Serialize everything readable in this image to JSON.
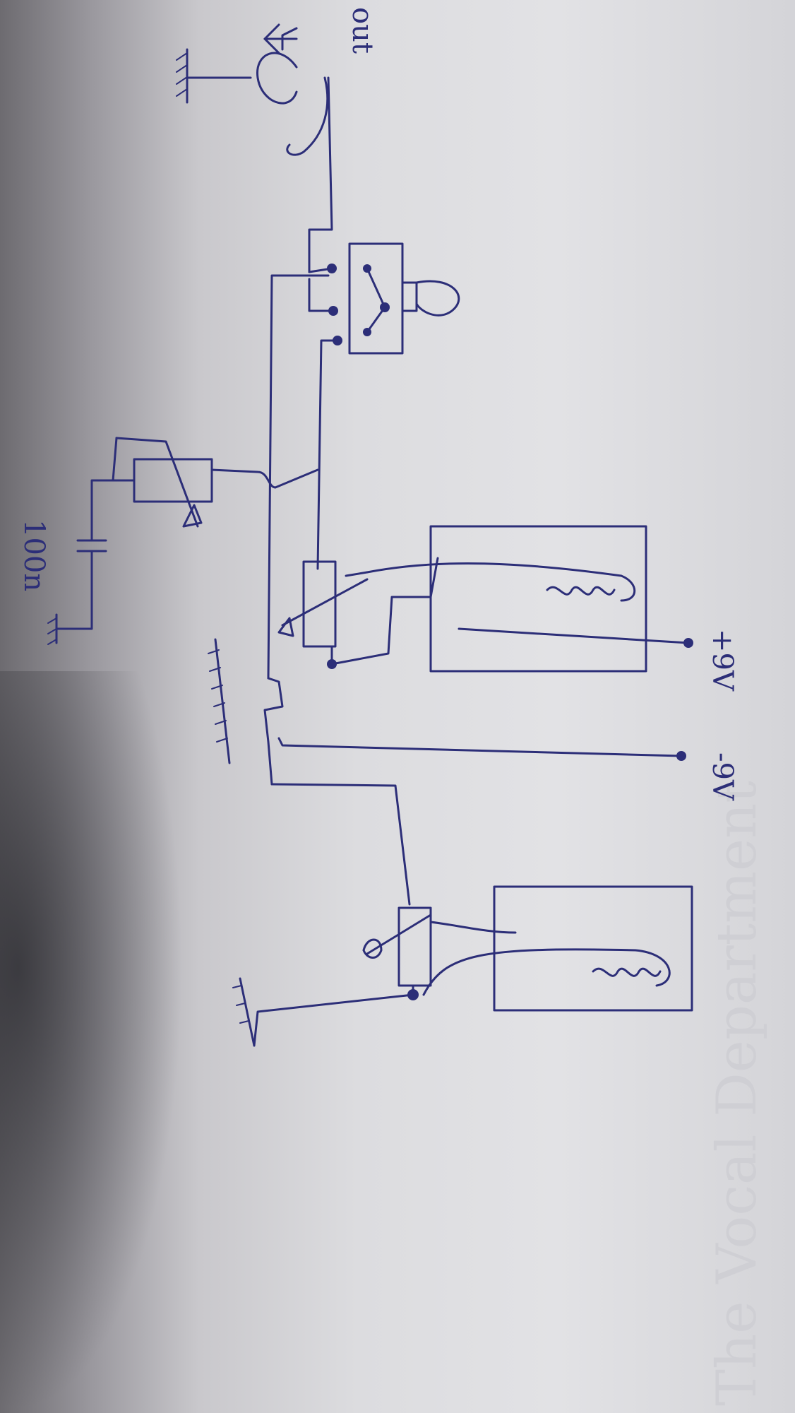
{
  "diagram": {
    "labels": {
      "out": "out",
      "plus_9v": "+9V",
      "minus_9v": "-9V",
      "capacitor": "100n"
    },
    "background_text": "The Vocal Department",
    "colors": {
      "ink": "#2c2e78",
      "paper": "#e2e2e5",
      "shadow": "#6d6b70"
    }
  }
}
